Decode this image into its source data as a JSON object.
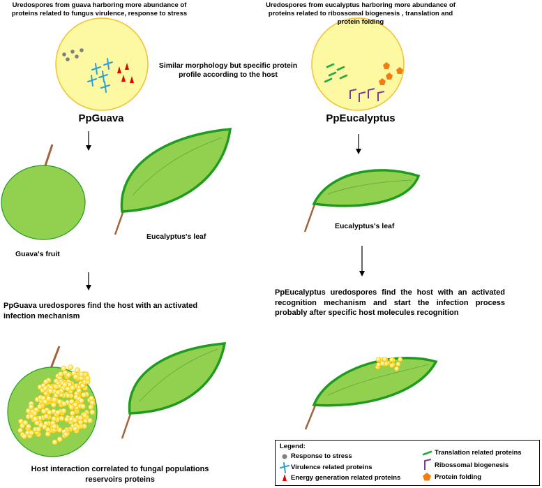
{
  "top_left_text": "Uredospores from guava harboring  more abundance of proteins related to fungus virulence, response to stress",
  "top_right_text": "Uredospores from eucalyptus harboring  more abundance of proteins related to ribossomal biogenesis , translation and protein folding",
  "center_text": "Similar morphology but specific protein profile according to the host",
  "left_spore_label": "PpGuava",
  "right_spore_label": "PpEucalyptus",
  "guava_fruit_label": "Guava's fruit",
  "eucalyptus_leaf_label_left": "Eucalyptus's leaf",
  "eucalyptus_leaf_label_right": "Eucalyptus's leaf",
  "left_mechanism_text": "PpGuava uredospores find the host with an activated infection mechanism",
  "right_mechanism_text": "PpEucalyptus uredospores find the host with an activated recognition mechanism and start the infection process probably after specific host molecules recognition",
  "bottom_left_text": "Host interaction correlated to fungal populations reservoirs proteins",
  "legend": {
    "title": "Legend:",
    "items": [
      {
        "label": "Response to stress",
        "icon": "gray-dot-icon",
        "color": "#808080"
      },
      {
        "label": "Virulence related proteins",
        "icon": "blue-cross-icon",
        "color": "#2a9fd6"
      },
      {
        "label": "Energy generation related proteins",
        "icon": "red-triangle-icon",
        "color": "#e60000"
      },
      {
        "label": "Translation related proteins",
        "icon": "green-dash-icon",
        "color": "#22aa44"
      },
      {
        "label": "Ribossomal biogenesis",
        "icon": "purple-bracket-icon",
        "color": "#7a3e96"
      },
      {
        "label": "Protein folding",
        "icon": "orange-pentagon-icon",
        "color": "#f07d12"
      }
    ]
  },
  "colors": {
    "spore_fill": "#fdf9a2",
    "spore_stroke": "#f1c232",
    "leaf_fill": "#92d050",
    "leaf_stroke": "#1f9b1f",
    "stem": "#a0633a",
    "uredospore": "#ffe44d"
  }
}
